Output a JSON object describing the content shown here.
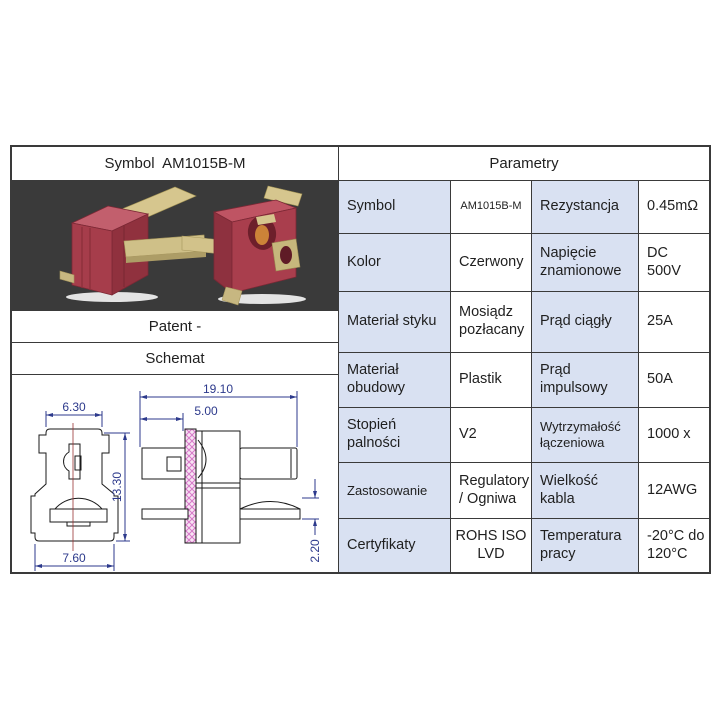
{
  "table": {
    "left": {
      "header": "Symbol  AM1015B-M",
      "patent_label": "Patent -",
      "schemat_label": "Schemat",
      "drawing": {
        "dim_top_width": "6.30",
        "dim_height": "13.30",
        "dim_bottom_width": "7.60",
        "dim_total_length": "19.10",
        "dim_flange_offset": "5.00",
        "dim_pin_thickness": "2.20"
      }
    },
    "right": {
      "header": "Parametry",
      "rows": [
        {
          "label1": "Symbol",
          "value1": "AM1015B-M",
          "label2": "Rezystancja",
          "value2": "0.45mΩ"
        },
        {
          "label1": "Kolor",
          "value1": "Czerwony",
          "label2": "Napięcie znamionowe",
          "value2": "DC 500V"
        },
        {
          "label1": "Materiał styku",
          "value1": "Mosiądz pozłacany",
          "label2": "Prąd ciągły",
          "value2": "25A"
        },
        {
          "label1": "Materiał obudowy",
          "value1": "Plastik",
          "label2": "Prąd impulsowy",
          "value2": "50A"
        },
        {
          "label1": "Stopień palności",
          "value1": "V2",
          "label2": "Wytrzymałość łączeniowa",
          "value2": "1000 x"
        },
        {
          "label1": "Zastosowanie",
          "value1": "Regulatory / Ogniwa",
          "label2": "Wielkość kabla",
          "value2": "12AWG"
        },
        {
          "label1": "Certyfikaty",
          "value1": "ROHS ISO LVD",
          "label2": "Temperatura pracy",
          "value2": "-20°C do 120°C"
        }
      ]
    }
  },
  "colors": {
    "label_cell_bg": "#d9e1f2",
    "table_border": "#3a3a3a",
    "text": "#1f1f1f",
    "connector_red": "#a63d4b",
    "pin_gold": "#d2c28a",
    "dimension_blue": "#2d3a8c",
    "centerline_red": "#993333",
    "hatch_pink": "#d678c8"
  }
}
